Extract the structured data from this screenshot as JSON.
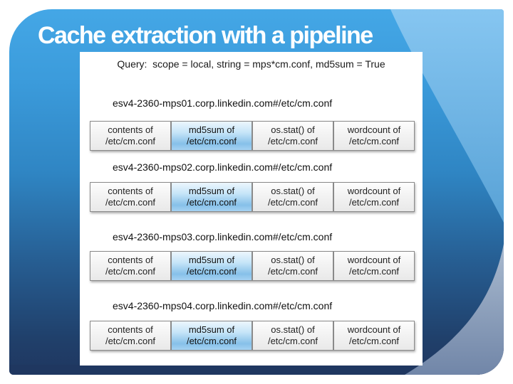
{
  "slide": {
    "title": "Cache extraction with a pipeline",
    "query": "Query:  scope = local, string = mps*cm.conf, md5sum = True",
    "groups": [
      {
        "host": "esv4-2360-mps01.corp.linkedin.com#/etc/cm.conf",
        "tasks": [
          {
            "line1": "contents of",
            "line2": "/etc/cm.conf",
            "highlighted": false
          },
          {
            "line1": "md5sum of",
            "line2": "/etc/cm.conf",
            "highlighted": true
          },
          {
            "line1": "os.stat() of",
            "line2": "/etc/cm.conf",
            "highlighted": false
          },
          {
            "line1": "wordcount of",
            "line2": "/etc/cm.conf",
            "highlighted": false
          }
        ]
      },
      {
        "host": "esv4-2360-mps02.corp.linkedin.com#/etc/cm.conf",
        "tasks": [
          {
            "line1": "contents of",
            "line2": "/etc/cm.conf",
            "highlighted": false
          },
          {
            "line1": "md5sum of",
            "line2": "/etc/cm.conf",
            "highlighted": true
          },
          {
            "line1": "os.stat() of",
            "line2": "/etc/cm.conf",
            "highlighted": false
          },
          {
            "line1": "wordcount of",
            "line2": "/etc/cm.conf",
            "highlighted": false
          }
        ]
      },
      {
        "host": "esv4-2360-mps03.corp.linkedin.com#/etc/cm.conf",
        "tasks": [
          {
            "line1": "contents of",
            "line2": "/etc/cm.conf",
            "highlighted": false
          },
          {
            "line1": "md5sum of",
            "line2": "/etc/cm.conf",
            "highlighted": true
          },
          {
            "line1": "os.stat() of",
            "line2": "/etc/cm.conf",
            "highlighted": false
          },
          {
            "line1": "wordcount of",
            "line2": "/etc/cm.conf",
            "highlighted": false
          }
        ]
      },
      {
        "host": "esv4-2360-mps04.corp.linkedin.com#/etc/cm.conf",
        "tasks": [
          {
            "line1": "contents of",
            "line2": "/etc/cm.conf",
            "highlighted": false
          },
          {
            "line1": "md5sum of",
            "line2": "/etc/cm.conf",
            "highlighted": true
          },
          {
            "line1": "os.stat() of",
            "line2": "/etc/cm.conf",
            "highlighted": false
          },
          {
            "line1": "wordcount of",
            "line2": "/etc/cm.conf",
            "highlighted": false
          }
        ]
      }
    ],
    "colors": {
      "slide_top_blue": "#44a7e6",
      "slide_bottom_navy": "#1f3760",
      "light_swoosh": "#8ac7f1",
      "gray_swoosh": "#8ba0bc",
      "bottom_band": "#1f3760",
      "title_text": "#ffffff",
      "highlight_box": "#86c0e9",
      "plain_box": "#f3f3f3",
      "box_border": "#8a8a8a"
    }
  }
}
